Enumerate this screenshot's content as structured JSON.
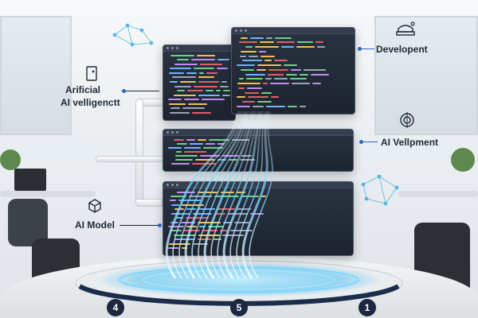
{
  "labels": {
    "artificial": "Arificial",
    "vellig": "AI velligenctt",
    "develop": "Developent",
    "vellpment": "AI Vellpment",
    "model": "AI Model"
  },
  "badges": [
    "4",
    "5",
    "1"
  ],
  "icons": {
    "top_right": "developer-hat-icon",
    "mid_right": "target-icon",
    "left_top": "document-icon",
    "left_bottom": "cube-icon",
    "network": "network-graph-icon"
  },
  "colors": {
    "panel": "#1d2430",
    "stream": "#6fd2ff",
    "accent": "#2a66c9",
    "badge": "#1c2840"
  }
}
